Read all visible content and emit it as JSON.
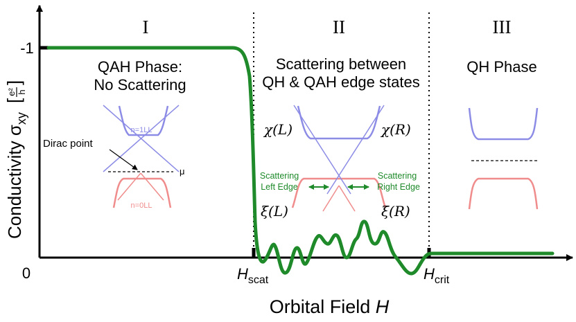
{
  "axes": {
    "x_label_main": "Orbital Field ",
    "x_label_var": "H",
    "y_label_main": "Conductivity σ",
    "y_label_sub": "xy",
    "y_unit_num": "e²",
    "y_unit_den": "h",
    "y_tick_top": "-1",
    "y_tick_zero": "0",
    "x_marker_scat_var": "H",
    "x_marker_scat_sub": "scat",
    "x_marker_crit_var": "H",
    "x_marker_crit_sub": "crit"
  },
  "regions": [
    {
      "numeral": "I",
      "title_line1": "QAH Phase:",
      "title_line2": "No Scattering"
    },
    {
      "numeral": "II",
      "title_line1": "Scattering between",
      "title_line2": "QH & QAH edge states"
    },
    {
      "numeral": "III",
      "title_line1": "QH Phase",
      "title_line2": ""
    }
  ],
  "region1": {
    "ll_top": "n=1LL",
    "ll_bottom": "n=0LL",
    "dirac_label": "Dirac point",
    "mu_label": "μ"
  },
  "region2": {
    "chi_left": "χ(L)",
    "chi_right": "χ(R)",
    "xi_left": "ξ(L)",
    "xi_right": "ξ(R)",
    "scatter_left_line1": "Scattering",
    "scatter_left_line2": "Left Edge",
    "scatter_right_line1": "Scattering",
    "scatter_right_line2": "Right Edge"
  },
  "colors": {
    "curve": "#1e8a2a",
    "upper_band": "#8c8ce6",
    "lower_band": "#f08c8c",
    "axis": "#000000",
    "scatter_text": "#1e8a2a"
  }
}
